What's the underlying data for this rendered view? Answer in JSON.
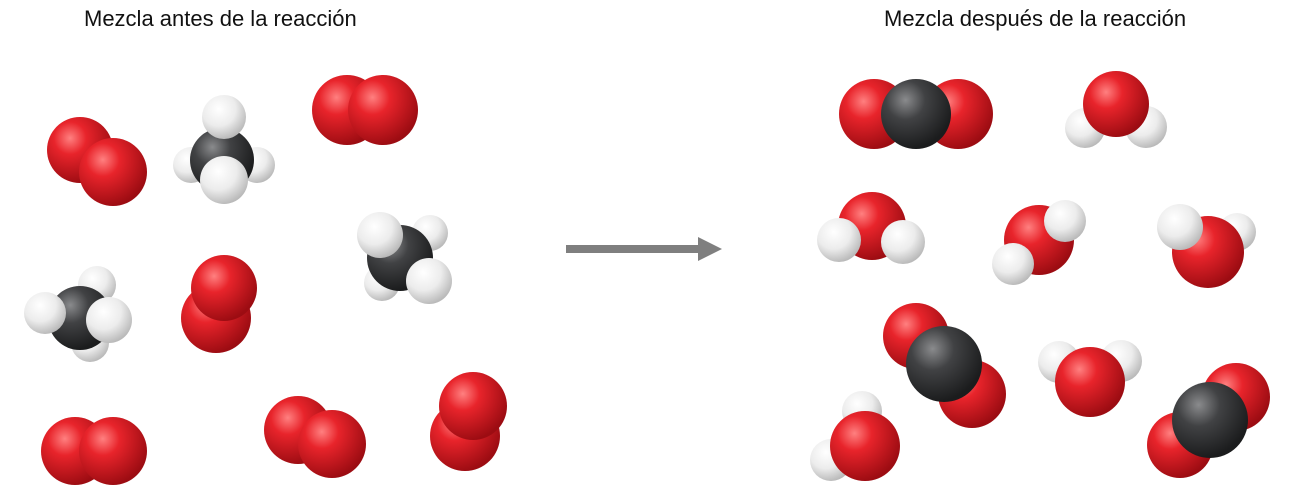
{
  "panels": {
    "before": {
      "title": "Mezcla antes de la reacción"
    },
    "after": {
      "title": "Mezcla después de la reacción"
    }
  },
  "colors": {
    "oxygen": "#e01f26",
    "carbon": "#3a3b3c",
    "hydrogen": "#f2f2f2",
    "arrow": "#7f7f7f",
    "background": "#ffffff"
  },
  "molecules": {
    "before": {
      "O2": 6,
      "CH4": 3
    },
    "after": {
      "CO2": 3,
      "H2O": 6
    }
  }
}
